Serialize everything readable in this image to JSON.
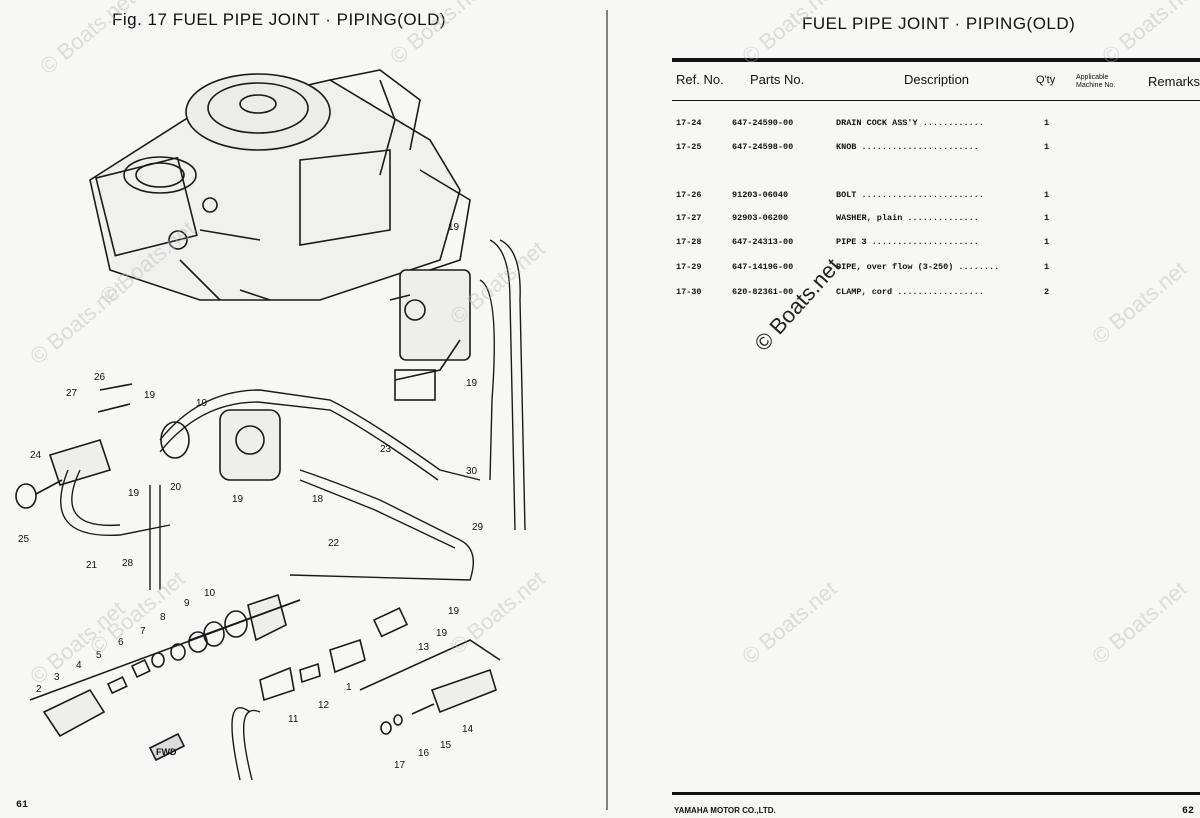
{
  "left_page": {
    "figure_title": "Fig. 17 FUEL PIPE JOINT · PIPING(OLD)",
    "page_number": "61",
    "fwd_label": "FWD",
    "callouts": [
      "1",
      "2",
      "3",
      "4",
      "5",
      "6",
      "7",
      "8",
      "9",
      "10",
      "11",
      "12",
      "13",
      "14",
      "15",
      "16",
      "17",
      "18",
      "19",
      "19",
      "19",
      "19",
      "19",
      "19",
      "19",
      "19",
      "20",
      "21",
      "22",
      "23",
      "24",
      "25",
      "26",
      "27",
      "28",
      "29",
      "30"
    ]
  },
  "right_page": {
    "title": "FUEL PIPE JOINT · PIPING(OLD)",
    "columns": {
      "ref_no": "Ref. No.",
      "parts_no": "Parts No.",
      "description": "Description",
      "qty": "Q'ty",
      "applicable": "Applicable Machine No.",
      "remarks": "Remarks"
    },
    "rows": [
      {
        "ref": "17-24",
        "part": "647-24590-00",
        "desc": "DRAIN COCK ASS'Y ............",
        "qty": "1"
      },
      {
        "ref": "17-25",
        "part": "647-24598-00",
        "desc": "KNOB .......................",
        "qty": "1"
      },
      {
        "ref": "17-26",
        "part": "91203-06040",
        "desc": "BOLT ........................",
        "qty": "1"
      },
      {
        "ref": "17-27",
        "part": "92903-06200",
        "desc": "WASHER, plain ..............",
        "qty": "1"
      },
      {
        "ref": "17-28",
        "part": "647-24313-00",
        "desc": "PIPE 3 .....................",
        "qty": "1"
      },
      {
        "ref": "17-29",
        "part": "647-14196-00",
        "desc": "PIPE, over flow (3-250) ........",
        "qty": "1"
      },
      {
        "ref": "17-30",
        "part": "620-82361-00",
        "desc": "CLAMP, cord .................",
        "qty": "2"
      }
    ],
    "footer": "YAMAHA MOTOR CO.,LTD.",
    "page_number": "62"
  },
  "watermark": "© Boats.net"
}
